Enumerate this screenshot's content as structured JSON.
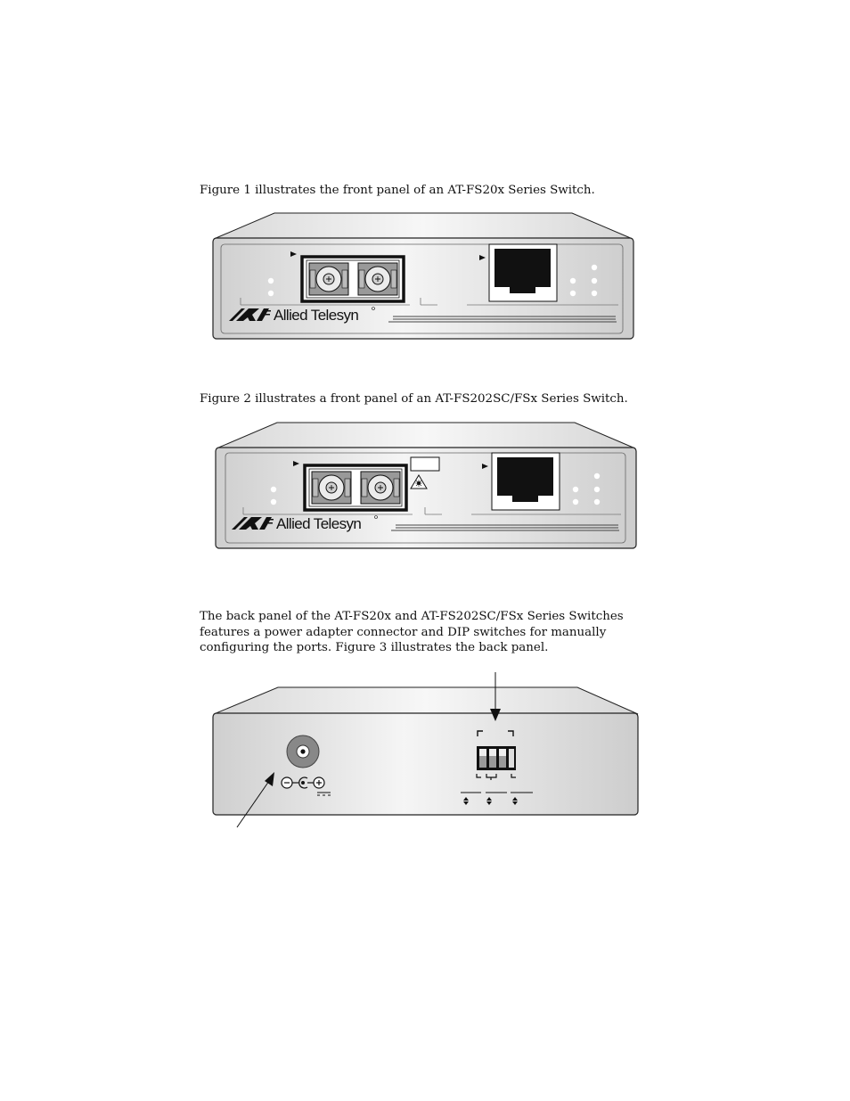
{
  "paragraphs": {
    "figure1_intro": "Figure 1 illustrates the front panel of an AT-FS20x Series Switch.",
    "figure2_intro": "Figure 2 illustrates a front panel of an AT-FS202SC/FSx Series Switch.",
    "back_panel_intro": "The back panel of the AT-FS20x and AT-FS202SC/FSx Series Switches features a power adapter connector and DIP switches for manually configuring the ports. Figure 3 illustrates the back panel."
  },
  "figures": {
    "front_panel_1": {
      "brand_logo": "Allied Telesyn"
    },
    "front_panel_2": {
      "brand_logo": "Allied Telesyn"
    }
  }
}
